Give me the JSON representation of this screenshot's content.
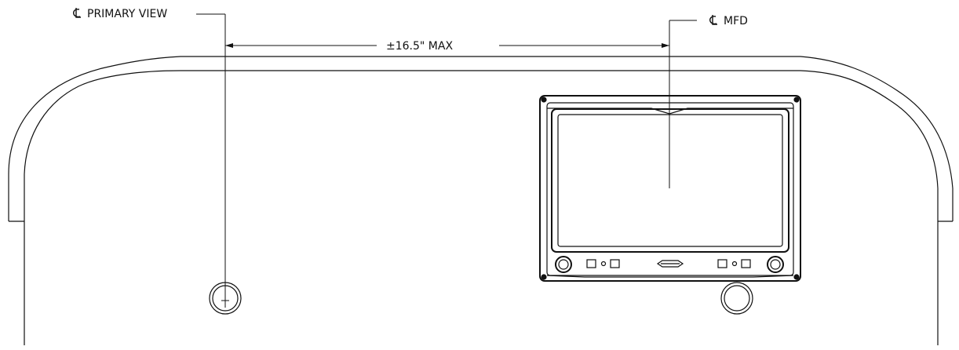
{
  "labels": {
    "primary_view": "PRIMARY VIEW",
    "mfd": "MFD",
    "dimension": "±16.5\" MAX"
  },
  "symbols": {
    "centerline": "centerline-symbol-icon"
  },
  "colors": {
    "line": "#111111",
    "background": "#ffffff"
  }
}
